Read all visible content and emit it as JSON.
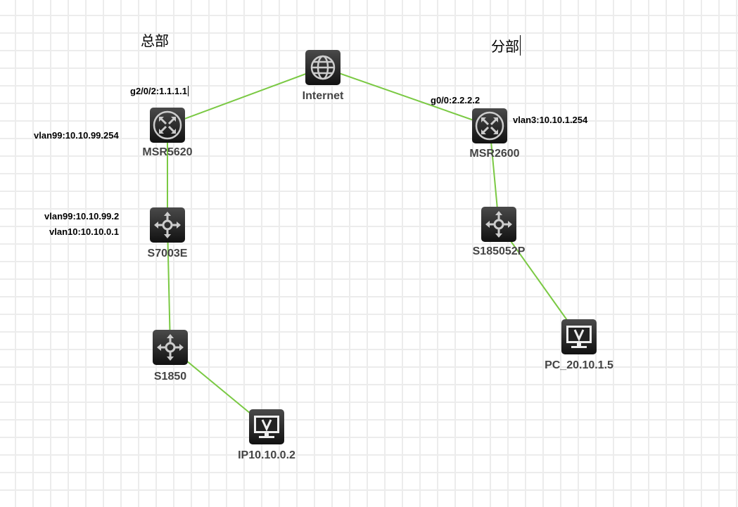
{
  "titles": {
    "hq": "总部",
    "branch": "分部"
  },
  "nodes": {
    "internet": {
      "label": "Internet",
      "icon": "globe-icon"
    },
    "msr5620": {
      "label": "MSR5620",
      "icon": "router-icon"
    },
    "s7003e": {
      "label": "S7003E",
      "icon": "switch-icon"
    },
    "s1850": {
      "label": "S1850",
      "icon": "switch-icon"
    },
    "pc1": {
      "label": "IP10.10.0.2",
      "icon": "pc-icon"
    },
    "msr2600": {
      "label": "MSR2600",
      "icon": "router-icon"
    },
    "s185052p": {
      "label": "S185052P",
      "icon": "switch-icon"
    },
    "pc2": {
      "label": "PC_20.10.1.5",
      "icon": "pc-icon"
    }
  },
  "notes": {
    "msr5620_wan": "g2/0/2:1.1.1.1",
    "msr5620_vlan": "vlan99:10.10.99.254",
    "s7003e_vlan99": "vlan99:10.10.99.2",
    "s7003e_vlan10": "vlan10:10.10.0.1",
    "msr2600_wan": "g0/0:2.2.2.2",
    "msr2600_vlan": "vlan3:10.10.1.254"
  },
  "colors": {
    "link": "#7ac943",
    "node": "#1e1e1e"
  }
}
